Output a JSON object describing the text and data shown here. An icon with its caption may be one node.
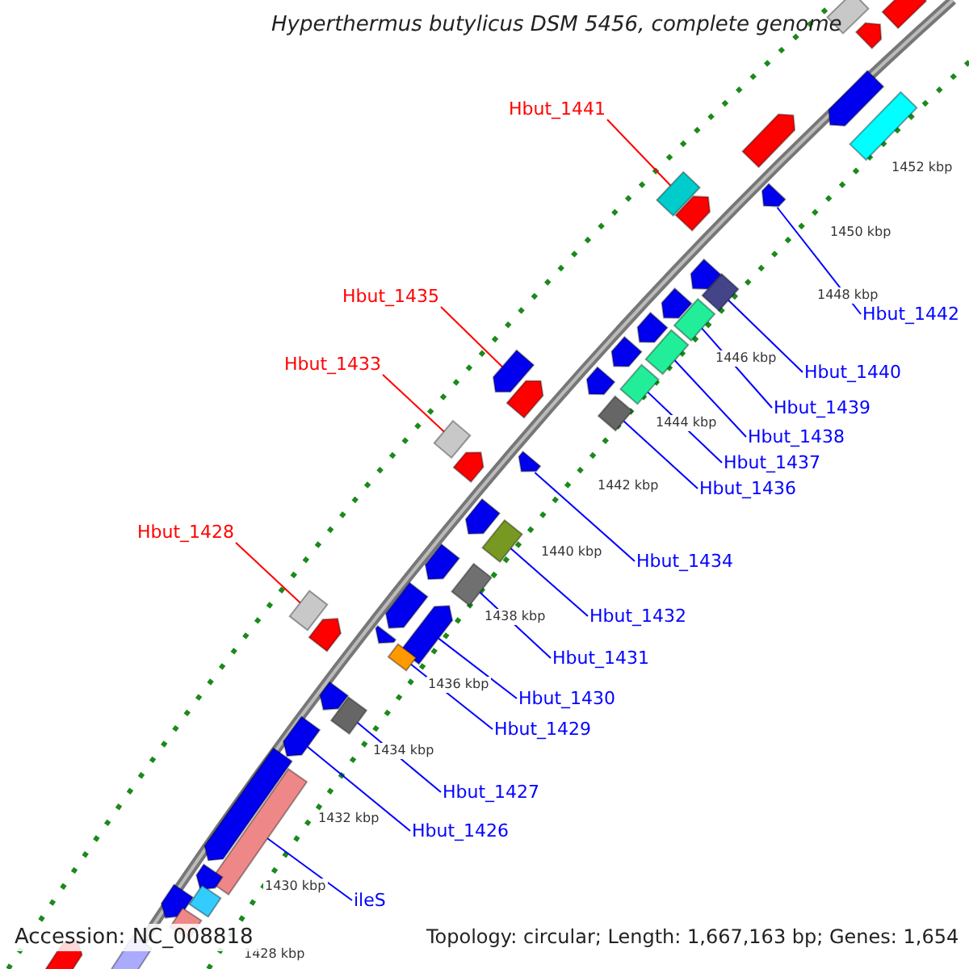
{
  "diagram": {
    "title": "Hyperthermus butylicus DSM 5456, complete genome",
    "nodes": [
      {
        "text": [
          "Hbut_1441"
        ]
      },
      {
        "text": [],
        "shape": "bar"
      },
      {
        "text": [
          "Hbut_1442"
        ]
      },
      {
        "text": [],
        "shape": "arrow"
      },
      {
        "text": [
          "Hbut_1435"
        ]
      },
      {
        "text": [],
        "shape": "arrow"
      },
      {
        "text": [
          "Hbut_1440"
        ]
      },
      {
        "text": [],
        "shape": "bar"
      },
      {
        "text": [
          "Hbut_1433"
        ]
      },
      {
        "text": [],
        "shape": "bar"
      },
      {
        "text": [
          "Hbut_1439"
        ]
      },
      {
        "text": [],
        "shape": "bar"
      },
      {
        "text": [
          "Hbut_1438"
        ]
      },
      {
        "text": [],
        "shape": "bar"
      },
      {
        "text": [
          "Hbut_1437"
        ]
      },
      {
        "text": [],
        "shape": "bar"
      },
      {
        "text": [
          "Hbut_1436"
        ]
      },
      {
        "text": [],
        "shape": "bar"
      },
      {
        "text": [
          "Hbut_1428"
        ]
      },
      {
        "text": [],
        "shape": "bar"
      },
      {
        "text": [
          "Hbut_1434"
        ]
      },
      {
        "text": [],
        "shape": "arrow"
      },
      {
        "text": [
          "Hbut_1432"
        ]
      },
      {
        "text": [],
        "shape": "bar"
      },
      {
        "text": [
          "Hbut_1431"
        ]
      },
      {
        "text": [],
        "shape": "bar"
      },
      {
        "text": [
          "Hbut_1430"
        ]
      },
      {
        "text": [],
        "shape": "arrow"
      },
      {
        "text": [
          "Hbut_1429"
        ]
      },
      {
        "text": [],
        "shape": "bar"
      },
      {
        "text": [
          "Hbut_1427"
        ]
      },
      {
        "text": [],
        "shape": "bar"
      },
      {
        "text": [
          "Hbut_1426"
        ]
      },
      {
        "text": [],
        "shape": "arrow"
      },
      {
        "text": [
          "ileS"
        ]
      },
      {
        "text": [],
        "shape": "bar"
      },
      {
        "text": [],
        "shape": "bar"
      },
      {
        "text": [],
        "shape": "arrow"
      },
      {
        "text": [],
        "shape": "arrow"
      },
      {
        "text": [],
        "shape": "arrow"
      },
      {
        "text": [],
        "shape": "bar"
      },
      {
        "text": [],
        "shape": "arrow"
      },
      {
        "text": [],
        "shape": "arrow"
      },
      {
        "text": [],
        "shape": "arrow"
      },
      {
        "text": [],
        "shape": "arrow"
      },
      {
        "text": [],
        "shape": "arrow"
      },
      {
        "text": [],
        "shape": "arrow"
      },
      {
        "text": [],
        "shape": "arrow"
      },
      {
        "text": [],
        "shape": "arrow"
      },
      {
        "text": [],
        "shape": "arrow"
      },
      {
        "text": [],
        "shape": "arrow"
      },
      {
        "text": [],
        "shape": "arrow"
      },
      {
        "text": [],
        "shape": "arrow"
      },
      {
        "text": [],
        "shape": "arrow"
      },
      {
        "text": [],
        "shape": "arrow"
      },
      {
        "text": [],
        "shape": "arrow"
      },
      {
        "text": [],
        "shape": "arrow"
      },
      {
        "text": [],
        "shape": "arrow"
      },
      {
        "text": [],
        "shape": "arrow"
      },
      {
        "text": [],
        "shape": "bar"
      },
      {
        "text": [],
        "shape": "bar"
      },
      {
        "text": [],
        "shape": "arrow"
      },
      {
        "text": [],
        "shape": "arrow"
      }
    ],
    "edges": [
      {
        "from": 0,
        "to": 1,
        "arrow": "none",
        "color": "#ff0000"
      },
      {
        "from": 2,
        "to": 3,
        "arrow": "none"
      },
      {
        "from": 4,
        "to": 5,
        "arrow": "none",
        "color": "#ff0000"
      },
      {
        "from": 6,
        "to": 7,
        "arrow": "none"
      },
      {
        "from": 8,
        "to": 9,
        "arrow": "none",
        "color": "#ff0000"
      },
      {
        "from": 10,
        "to": 11,
        "arrow": "none"
      },
      {
        "from": 12,
        "to": 13,
        "arrow": "none"
      },
      {
        "from": 14,
        "to": 15,
        "arrow": "none"
      },
      {
        "from": 16,
        "to": 17,
        "arrow": "none"
      },
      {
        "from": 18,
        "to": 19,
        "arrow": "none",
        "color": "#ff0000"
      },
      {
        "from": 20,
        "to": 21,
        "arrow": "none"
      },
      {
        "from": 22,
        "to": 23,
        "arrow": "none"
      },
      {
        "from": 24,
        "to": 25,
        "arrow": "none"
      },
      {
        "from": 26,
        "to": 27,
        "arrow": "none"
      },
      {
        "from": 28,
        "to": 29,
        "arrow": "none"
      },
      {
        "from": 30,
        "to": 31,
        "arrow": "none"
      },
      {
        "from": 32,
        "to": 33,
        "arrow": "none"
      },
      {
        "from": 34,
        "to": 35,
        "arrow": "none"
      }
    ],
    "labels": [
      "1452 kbp",
      "1450 kbp",
      "1448 kbp",
      "1446 kbp",
      "1444 kbp",
      "1442 kbp",
      "1440 kbp",
      "1438 kbp",
      "1436 kbp",
      "1434 kbp",
      "1432 kbp",
      "1430 kbp",
      "1428 kbp",
      "Accession: NC_008818",
      "Topology: circular; Length: 1,667,163 bp; Genes: 1,654"
    ]
  }
}
